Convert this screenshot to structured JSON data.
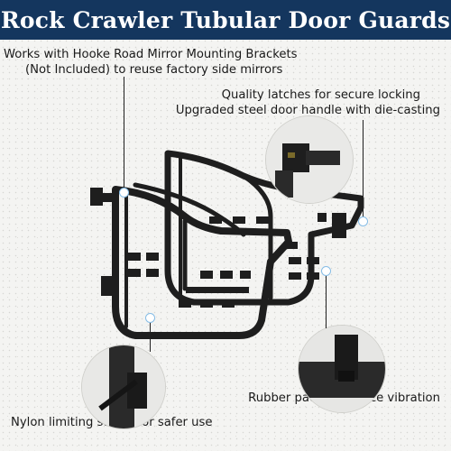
{
  "banner": {
    "title": "Rock Crawler Tubular Door Guards",
    "bg_color": "#14365e",
    "text_color": "#ffffff"
  },
  "features": {
    "mirror_brackets": {
      "line1": "Works with Hooke Road Mirror Mounting Brackets",
      "line2": "(Not Included) to reuse factory side mirrors"
    },
    "latches": {
      "line1": "Quality latches for secure locking",
      "line2": "Upgraded steel door handle with die-casting"
    },
    "rubber_pads": "Rubber pads to reduce vibration",
    "nylon_straps": "Nylon limiting straps for safer use"
  },
  "accent_color": "#86bde6",
  "product_color": "#1e1e1e"
}
